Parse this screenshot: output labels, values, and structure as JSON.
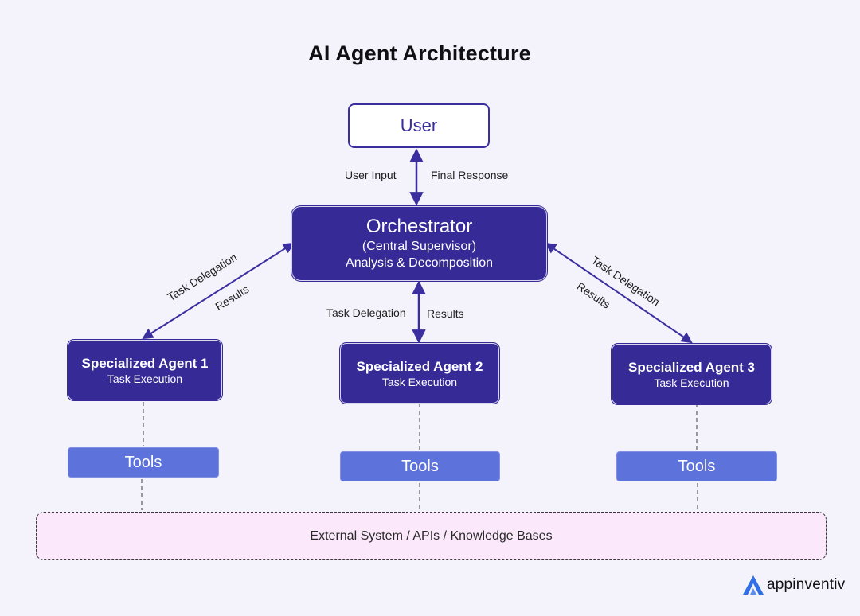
{
  "title": "AI Agent Architecture",
  "user": {
    "label": "User"
  },
  "orchestrator": {
    "title": "Orchestrator",
    "subtitle": "(Central Supervisor)",
    "description": "Analysis & Decomposition"
  },
  "edges": {
    "user_input": "User Input",
    "final_response": "Final Response",
    "task_delegation": "Task Delegation",
    "results": "Results"
  },
  "agents": [
    {
      "name": "Specialized Agent 1",
      "sub": "Task Execution"
    },
    {
      "name": "Specialized Agent 2",
      "sub": "Task Execution"
    },
    {
      "name": "Specialized Agent 3",
      "sub": "Task Execution"
    }
  ],
  "tools": [
    "Tools",
    "Tools",
    "Tools"
  ],
  "external": "External System / APIs / Knowledge Bases",
  "brand": {
    "name": "appinventiv",
    "color": "#2f6fe6"
  },
  "colors": {
    "primary": "#352a96",
    "arrow": "#3b2fa0",
    "tools": "#5d72db",
    "external_bg": "#fbe9fb"
  }
}
